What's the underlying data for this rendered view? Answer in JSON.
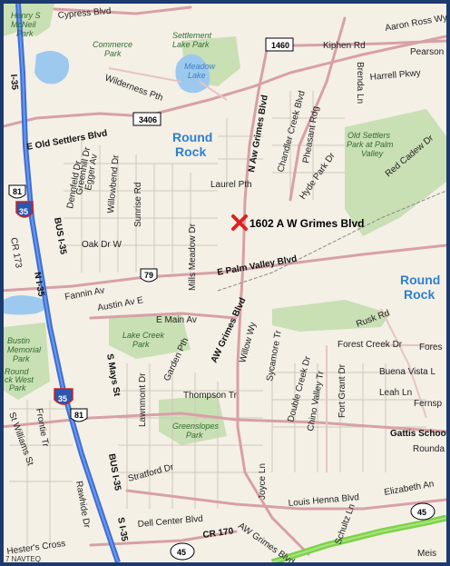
{
  "marker": {
    "address": "1602 A W Grimes Blvd",
    "color": "#e02020"
  },
  "copyright": "7 NAVTEQ",
  "cities": [
    "Round Rock",
    "Round Rock"
  ],
  "cities_lines": [
    [
      "Round",
      "Rock"
    ],
    [
      "Round",
      "Rock"
    ]
  ],
  "parks": {
    "henry": [
      "Henry S",
      "McNeil",
      "Park"
    ],
    "commerce": [
      "Commerce",
      "Park"
    ],
    "settlement": [
      "Settlement",
      "Lake Park"
    ],
    "old_settlers": [
      "Old Settlers",
      "Park at Palm",
      "Valley"
    ],
    "bustin": [
      "Bustin",
      "Memorial",
      "Park"
    ],
    "lake_creek": [
      "Lake Creek",
      "Park"
    ],
    "round_rock_west": [
      "Round",
      "ck West",
      "Park"
    ],
    "greenslopes": [
      "Greenslopes",
      "Park"
    ]
  },
  "water": {
    "meadow": [
      "Meadow",
      "Lake"
    ]
  },
  "roads": {
    "cypress": "Cypress Blvd",
    "aaron": "Aaron Ross Wy",
    "pearson": "Pearson",
    "kiphen": "Kiphen Rd",
    "harrell": "Harrell Pkwy",
    "brenda": "Brenda Ln",
    "wilderness": "Wilderness Pth",
    "old_settlers": "E Old Settlers Blvd",
    "n_aw_grimes": "N Aw Grimes Blvd",
    "chandler": "Chandler Creek Blvd",
    "pheasant": "Pheasant Rdg",
    "hyde": "Hyde Park Dr",
    "red_cadew": "Red Cadew Dr",
    "greenhill": "Greenhill Dr",
    "egger": "Egger Av",
    "willowbend": "Willowbend Dr",
    "dennfeld": "Dennfeld Dr",
    "sunrise": "Sunrise Rd",
    "laurel": "Laurel Pth",
    "oak": "Oak Dr W",
    "mills": "Mills Meadow Dr",
    "palm_valley": "E Palm Valley Blvd",
    "i35_n": "N I-35",
    "i35": "I-35",
    "bus_i35": "BUS I-35",
    "cr173": "CR 173",
    "fannin": "Fannin Av",
    "austin": "Austin Av E",
    "main": "E Main Av",
    "aw_grimes": "AW Grimes Blvd",
    "willow": "Willow Wy",
    "sycamore": "Sycamore Tr",
    "rusk": "Rusk Rd",
    "forest_creek": "Forest Creek Dr",
    "fores": "Fores",
    "buena": "Buena Vista L",
    "leah": "Leah Ln",
    "fernsp": "Fernsp",
    "garden": "Garden Pth",
    "thompson": "Thompson Tr",
    "mays": "S Mays St",
    "lawnmont": "Lawnmont Dr",
    "double_creek": "Double Creek Dr",
    "chino": "Chino Valley Tr",
    "fort_grant": "Fort Grant Dr",
    "gattis": "Gattis Schoo",
    "rounda": "Rounda",
    "st_williams": "St Williams St",
    "frontier": "Frontie Tr",
    "rawhide": "Rawhide Dr",
    "stratford": "Stratford Dr",
    "joyce": "Joyce Ln",
    "louis_henna": "Louis Henna Blvd",
    "elizabeth": "Elizabeth An",
    "hesters": "Hester's Cross",
    "dell": "Dell Center Blvd",
    "cr170": "CR 170",
    "aw_grimes_s": "AW Grimes Blvd",
    "schultz": "Schultz Ln",
    "meis": "Meis",
    "bus_i35_s": "BUS I-35",
    "s_i35": "S I-35"
  },
  "shields": {
    "s1460": "1460",
    "s3406": "3406",
    "s81a": "81",
    "s35a": "35",
    "s79": "79",
    "s35b": "35",
    "s81b": "81",
    "s45a": "45",
    "s45b": "45"
  },
  "colors": {
    "land": "#f4f0e6",
    "park": "#c9dfb4",
    "water": "#9ec9ef",
    "highway": "#3b6fd6",
    "arterial": "#d8a0a6",
    "tollway": "#7fd14a",
    "frame": "#1c3a6e"
  }
}
